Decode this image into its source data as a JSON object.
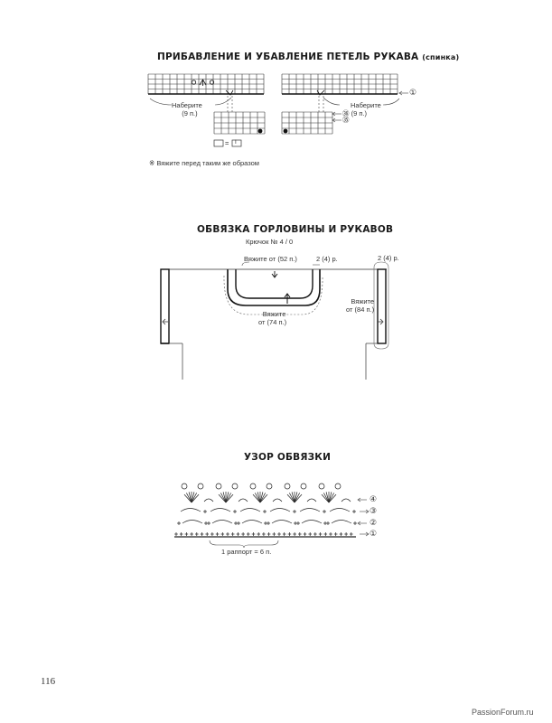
{
  "section1": {
    "title": "ПРИБАВЛЕНИЕ И УБАВЛЕНИЕ ПЕТЕЛЬ РУКАВА",
    "title_suffix": "(спинка)",
    "left_cast_on": "Наберите",
    "left_cast_on_count": "(9 п.)",
    "right_cast_on": "Наберите",
    "right_row_1": "①",
    "right_row_36": "㊱ (9 п.)",
    "right_row_35": "㉟",
    "legend_equals": "=",
    "legend_symbol": "Ⅰ",
    "note": "※ Вяжите перед таким же образом"
  },
  "section2": {
    "title": "ОБВЯЗКА ГОРЛОВИНЫ И РУКАВОВ",
    "hook": "Крючок № 4 / 0",
    "neck_top": "Вяжите от (52 п.)",
    "neck_rows": "2 (4) р.",
    "neck_bottom_1": "Вяжите",
    "neck_bottom_2": "от (74 п.)",
    "sleeve_rows": "2 (4) р.",
    "sleeve_1": "Вяжите",
    "sleeve_2": "от (84 п.)"
  },
  "section3": {
    "title": "УЗОР ОБВЯЗКИ",
    "row_4": "④",
    "row_3": "③",
    "row_2": "②",
    "row_1": "①",
    "repeat": "1 раппорт = 6 п."
  },
  "footer": {
    "page_number": "116",
    "watermark": "PassionForum.ru"
  }
}
